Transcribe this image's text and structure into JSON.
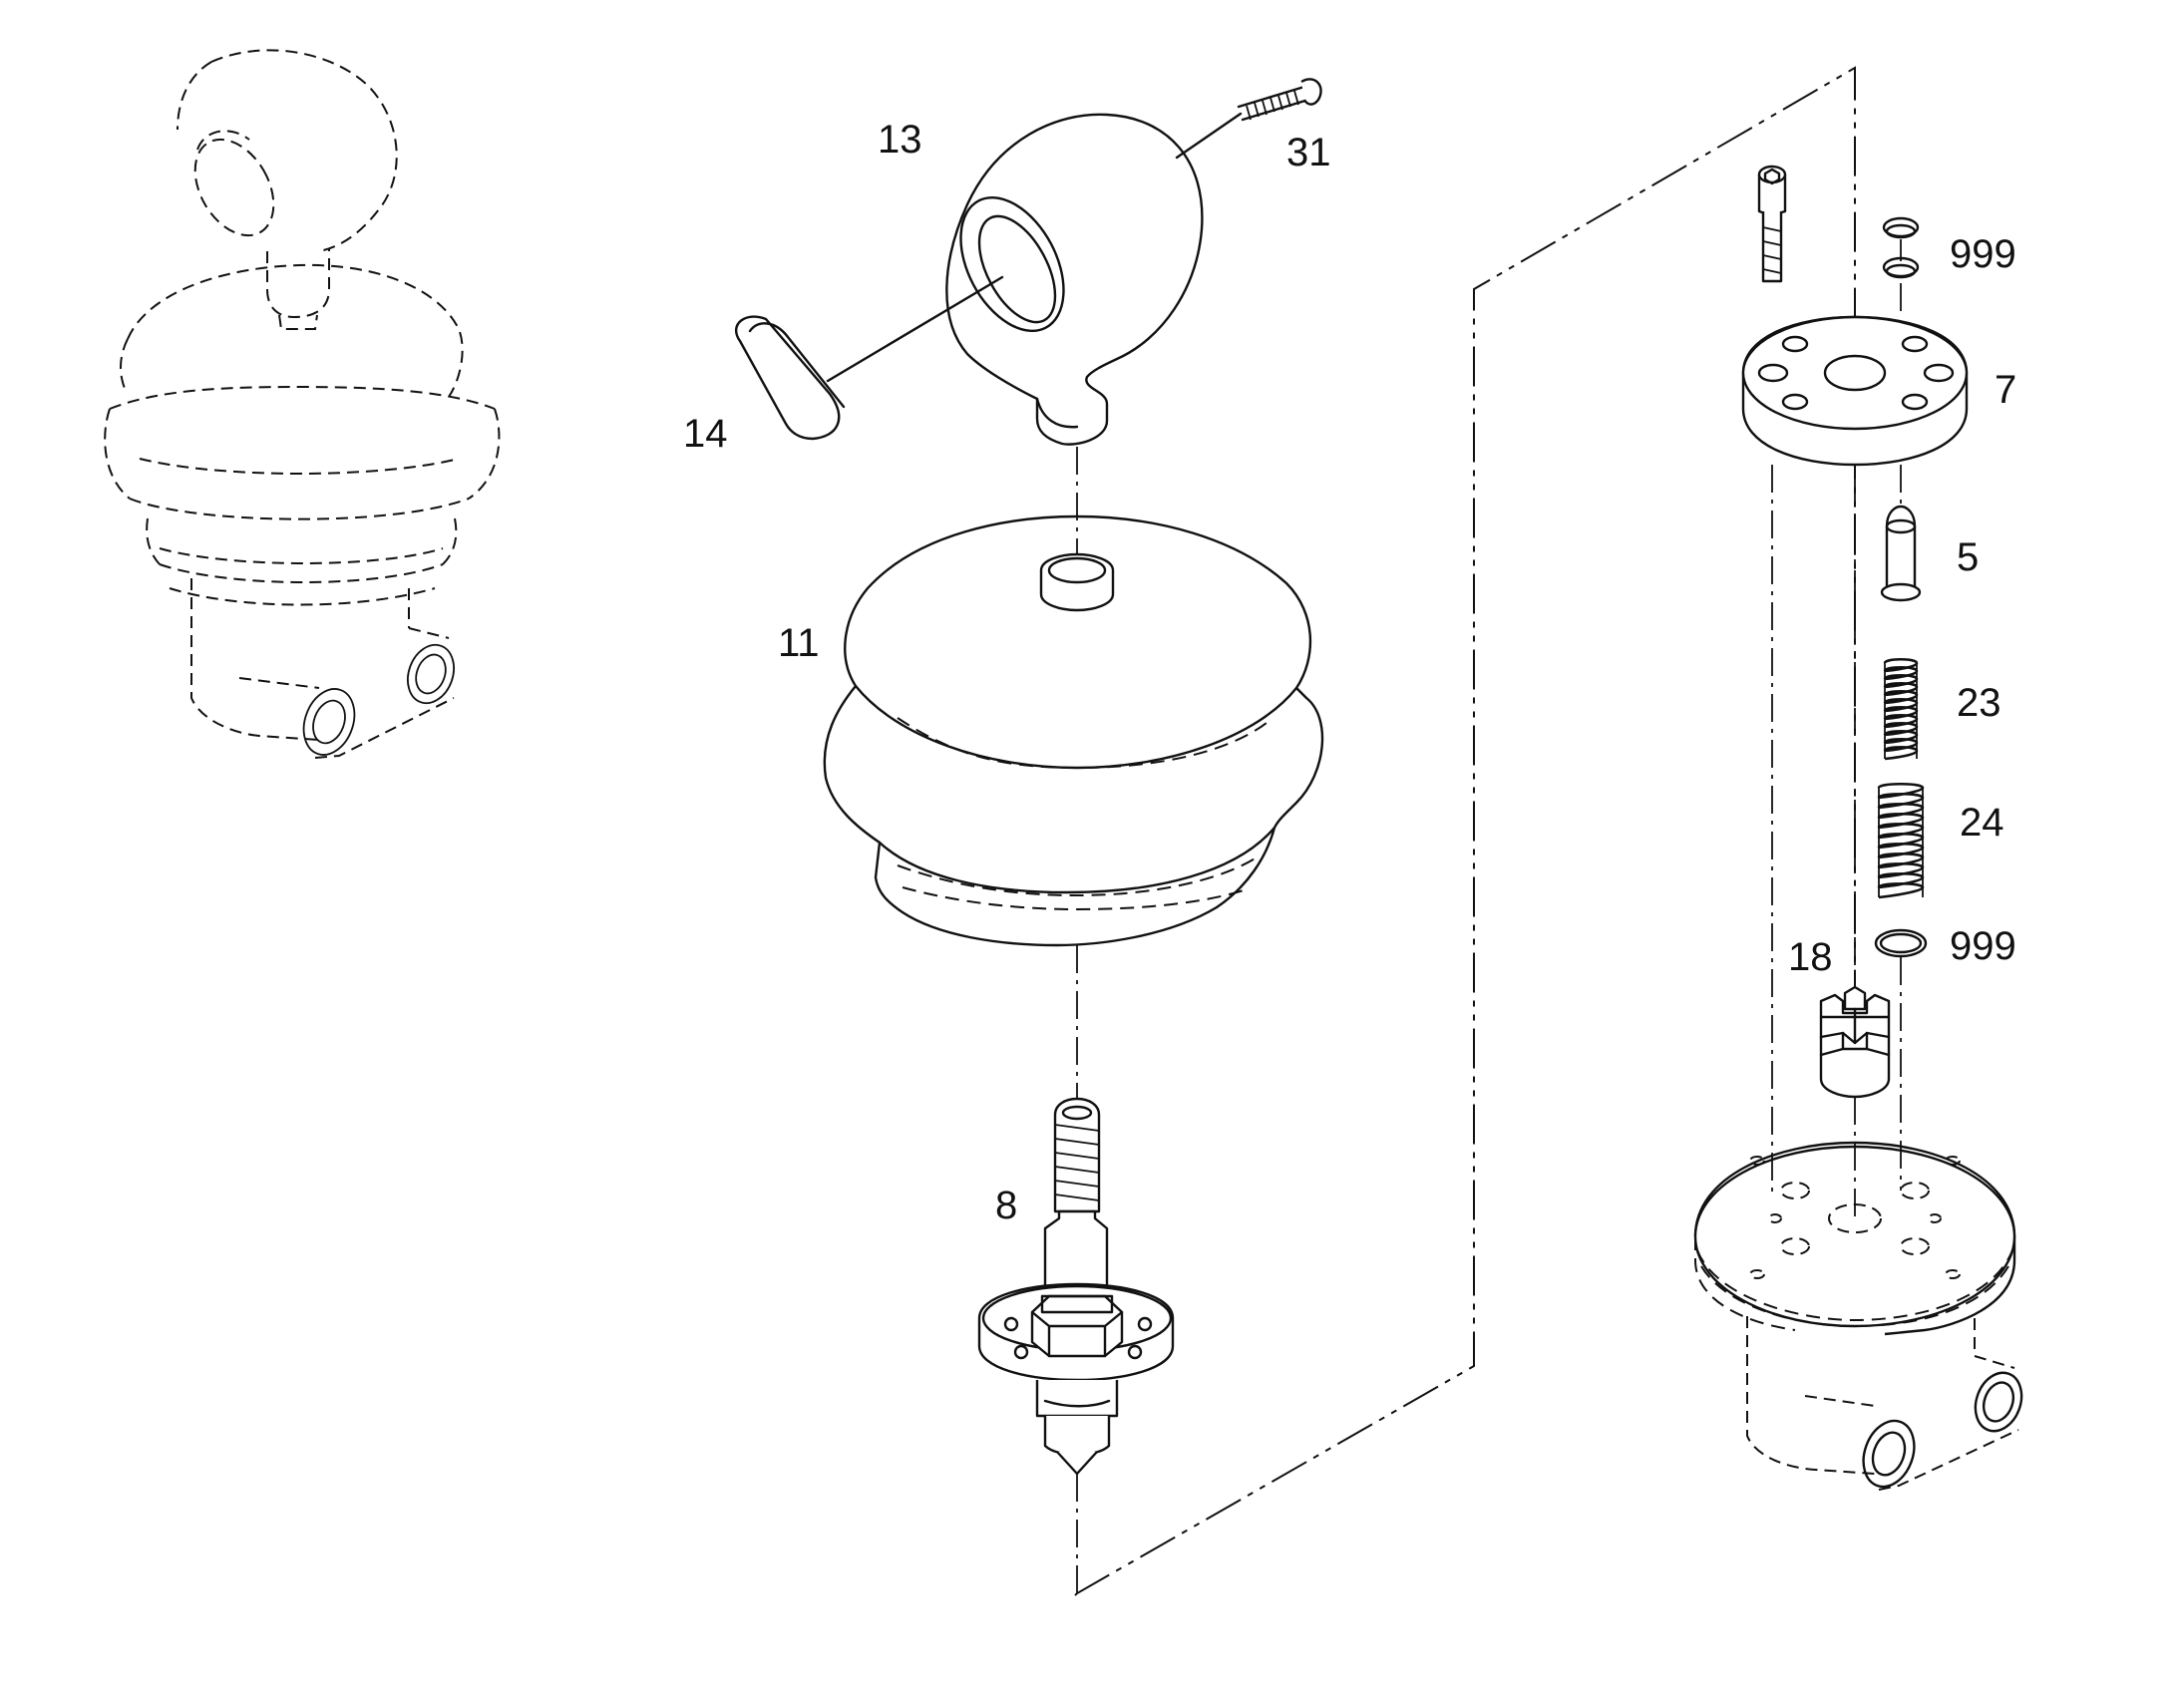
{
  "diagram": {
    "callouts": [
      {
        "id": "p13",
        "text": "13"
      },
      {
        "id": "p31",
        "text": "31"
      },
      {
        "id": "p14",
        "text": "14"
      },
      {
        "id": "p11",
        "text": "11"
      },
      {
        "id": "p8",
        "text": "8"
      },
      {
        "id": "p999a",
        "text": "999"
      },
      {
        "id": "p7",
        "text": "7"
      },
      {
        "id": "p5",
        "text": "5"
      },
      {
        "id": "p23",
        "text": "23"
      },
      {
        "id": "p24",
        "text": "24"
      },
      {
        "id": "p999b",
        "text": "999"
      },
      {
        "id": "p18",
        "text": "18"
      }
    ]
  }
}
